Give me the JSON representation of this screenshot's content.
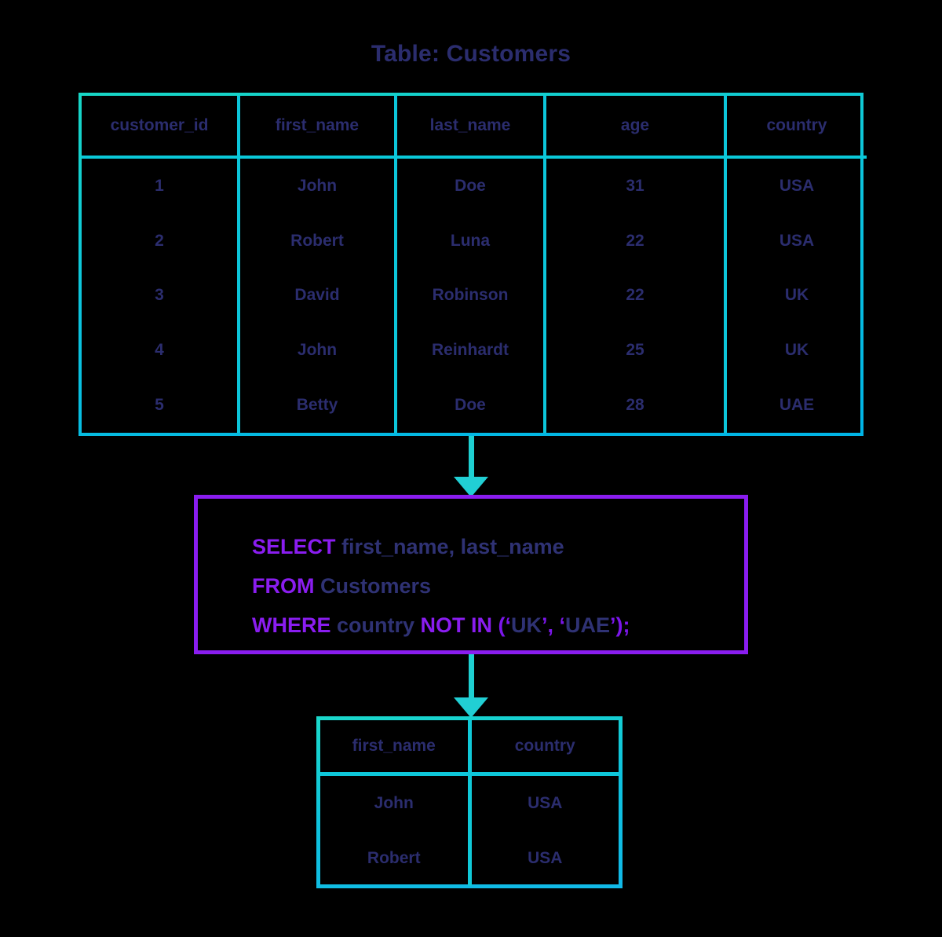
{
  "title": "Table: Customers",
  "colors": {
    "table_border": "#12d0d4",
    "text_navy": "#2b2d6e",
    "query_border": "#8a1df0",
    "keyword_purple": "#8a1df0",
    "arrow": "#21cfd4",
    "background": "#000000"
  },
  "source_table": {
    "name": "Customers",
    "columns": [
      "customer_id",
      "first_name",
      "last_name",
      "age",
      "country"
    ],
    "rows": [
      [
        "1",
        "John",
        "Doe",
        "31",
        "USA"
      ],
      [
        "2",
        "Robert",
        "Luna",
        "22",
        "USA"
      ],
      [
        "3",
        "David",
        "Robinson",
        "22",
        "UK"
      ],
      [
        "4",
        "John",
        "Reinhardt",
        "25",
        "UK"
      ],
      [
        "5",
        "Betty",
        "Doe",
        "28",
        "UAE"
      ]
    ]
  },
  "query": {
    "line1": {
      "keyword": "SELECT",
      "rest": " first_name, last_name"
    },
    "line2": {
      "keyword": "FROM",
      "rest": " Customers"
    },
    "line3": {
      "keyword": "WHERE",
      "column": " country ",
      "operator": "NOT IN",
      "open": " (‘",
      "value1": "UK",
      "sep": "’, ‘",
      "value2": "UAE",
      "close": "’);"
    },
    "full_text": "SELECT first_name, last_name FROM Customers WHERE country NOT IN (‘UK’, ‘UAE’);"
  },
  "result_table": {
    "columns": [
      "first_name",
      "country"
    ],
    "rows": [
      [
        "John",
        "USA"
      ],
      [
        "Robert",
        "USA"
      ]
    ]
  },
  "arrows": {
    "to_query": "down-arrow",
    "to_result": "down-arrow"
  }
}
